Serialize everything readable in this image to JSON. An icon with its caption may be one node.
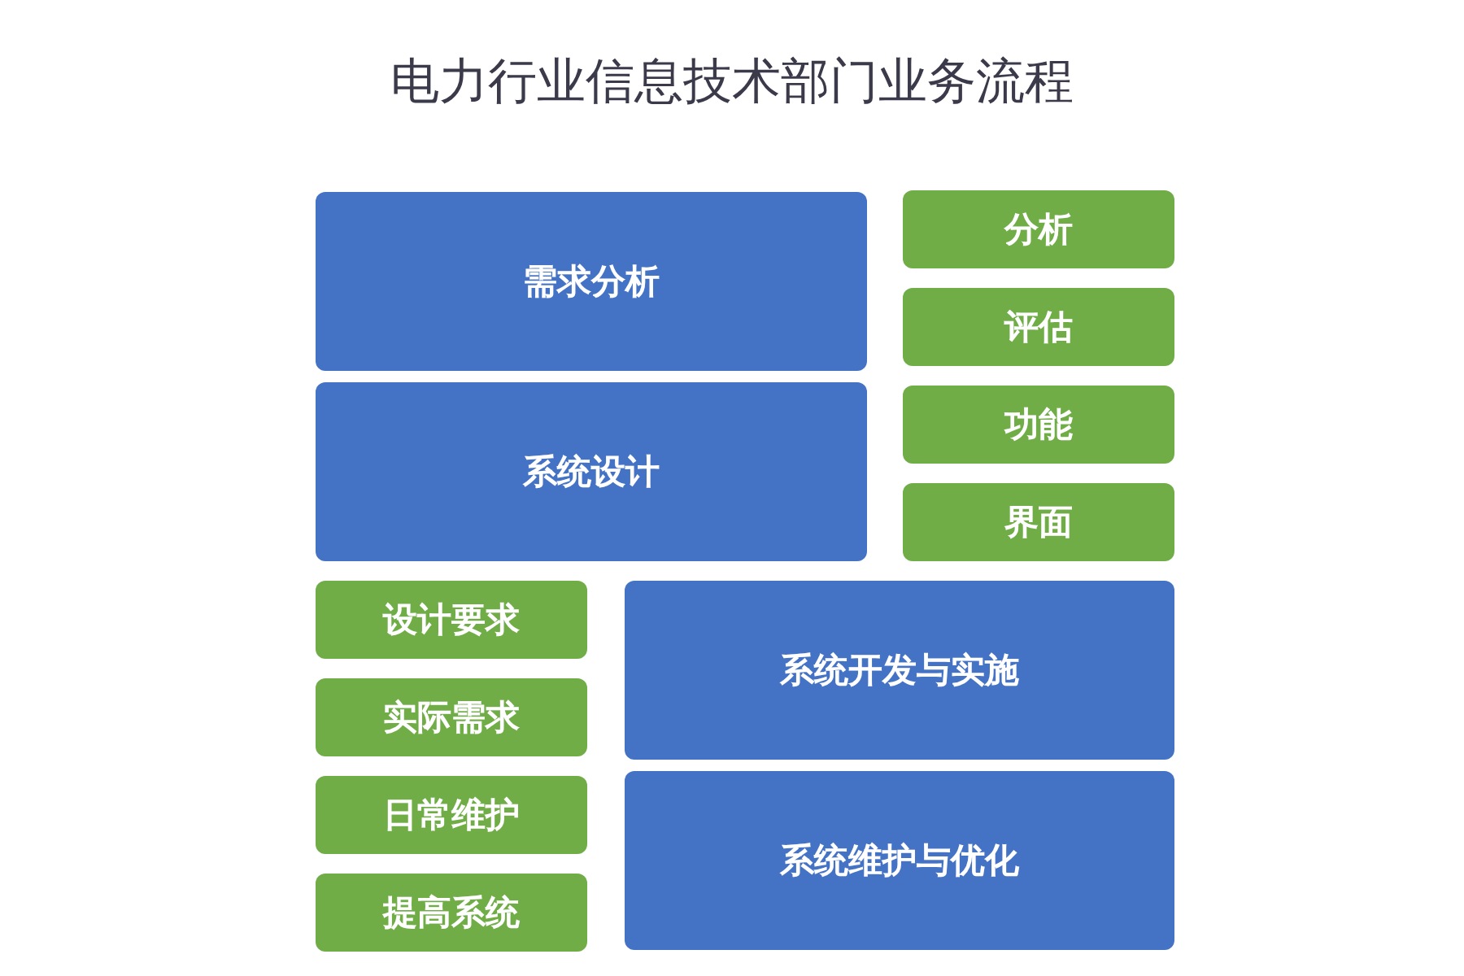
{
  "diagram": {
    "title": "电力行业信息技术部门业务流程",
    "nodes": [
      {
        "text": [
          "需求分析"
        ]
      },
      {
        "text": [
          "系统设计"
        ]
      },
      {
        "text": [
          "分析"
        ]
      },
      {
        "text": [
          "评估"
        ]
      },
      {
        "text": [
          "功能"
        ]
      },
      {
        "text": [
          "界面"
        ]
      },
      {
        "text": [
          "设计要求"
        ]
      },
      {
        "text": [
          "实际需求"
        ]
      },
      {
        "text": [
          "日常维护"
        ]
      },
      {
        "text": [
          "提高系统"
        ]
      },
      {
        "text": [
          "系统开发与实施"
        ]
      },
      {
        "text": [
          "系统维护与优化"
        ]
      }
    ]
  }
}
